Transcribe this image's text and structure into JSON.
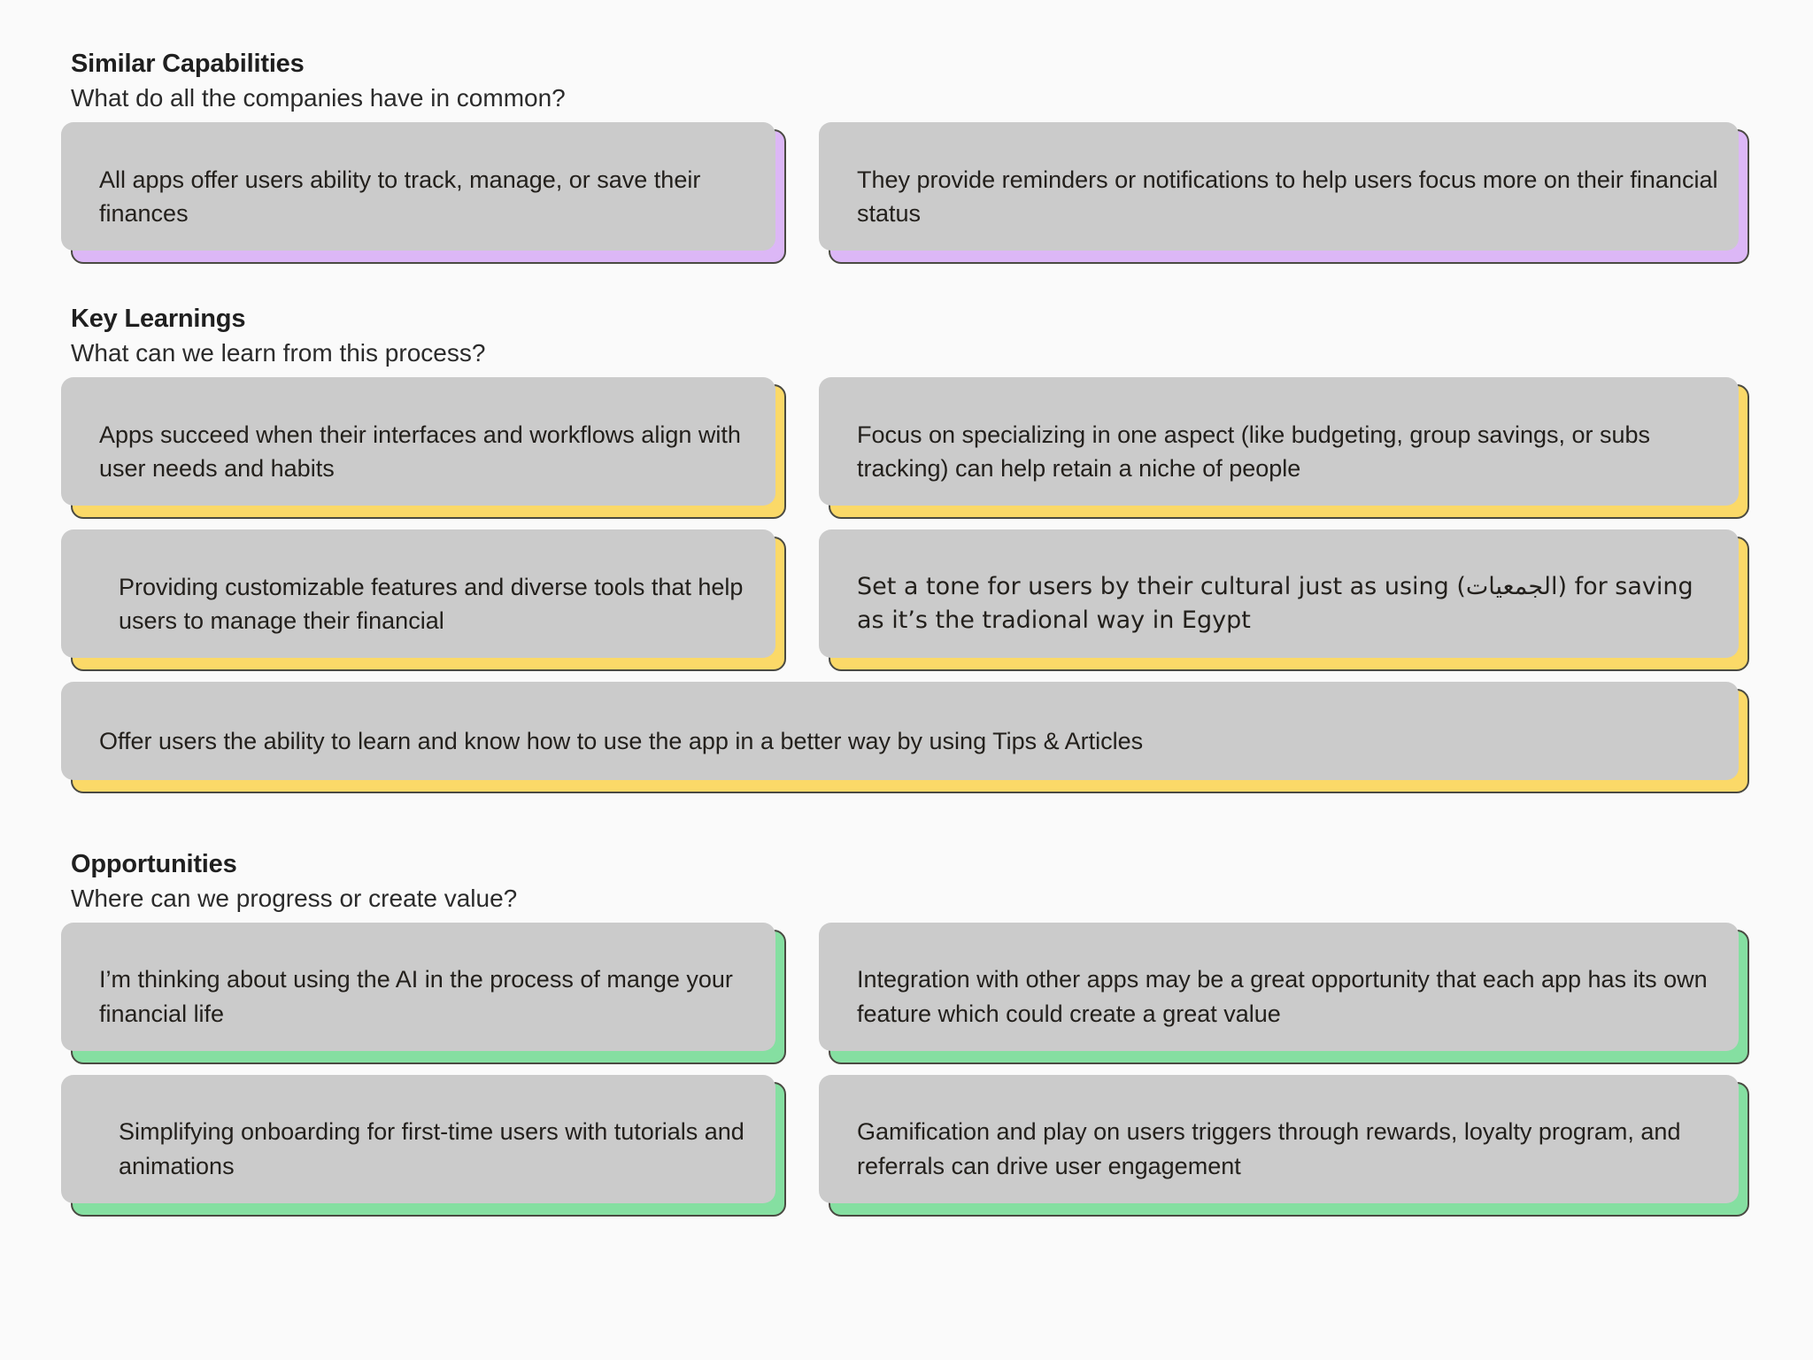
{
  "theme": {
    "background": "#FAFAFA",
    "purple": "#DCB7F6",
    "yellow": "#FBD968",
    "green": "#85DFA1",
    "card_border": "#4A4A42",
    "card_shadow": "#CBCBCB",
    "text": "#23201C"
  },
  "sections": [
    {
      "title": "Similar Capabilities",
      "subtitle": "What do all the companies have in common?",
      "color": "purple",
      "cards": [
        "All apps offer users ability to track, manage, or save their finances",
        "They provide reminders or notifications to help users focus more on their financial status"
      ]
    },
    {
      "title": "Key Learnings",
      "subtitle": "What can we learn from this process?",
      "color": "yellow",
      "cards": [
        "Apps succeed when their interfaces and workflows align with user needs and habits",
        "Focus on specializing in one aspect (like budgeting, group savings, or subs tracking) can help retain a niche of people",
        "Providing customizable features and diverse tools that help users to manage their financial",
        "Set a tone for users by their cultural just as using (الجمعيات) for saving as it’s the tradional way in Egypt",
        "Offer users the ability to learn and know how to use the app in a better way by using Tips & Articles"
      ]
    },
    {
      "title": "Opportunities",
      "subtitle": "Where can we progress or create value?",
      "color": "green",
      "cards": [
        "I’m thinking about using the AI in the process of mange your financial life",
        "Integration with other apps may be a great opportunity that each app has its own feature which could create a great value",
        "Simplifying onboarding for first-time users with tutorials and animations",
        "Gamification and play on users triggers through rewards, loyalty program, and referrals can drive user engagement"
      ]
    }
  ]
}
